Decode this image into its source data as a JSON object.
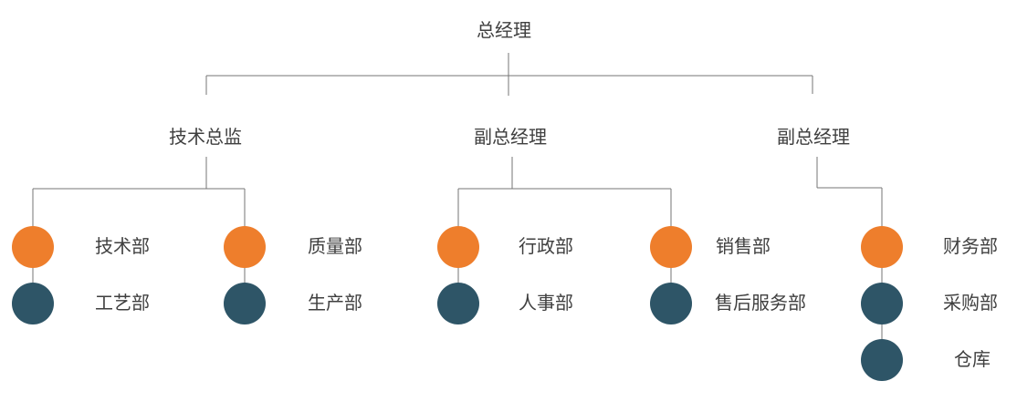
{
  "org": {
    "root": {
      "label": "总经理"
    },
    "branches": [
      {
        "label": "技术总监"
      },
      {
        "label": "副总经理"
      },
      {
        "label": "副总经理"
      }
    ],
    "columns": [
      {
        "branch": 0,
        "items": [
          {
            "label": "技术部",
            "color_key": "orange"
          },
          {
            "label": "工艺部",
            "color_key": "teal"
          }
        ]
      },
      {
        "branch": 0,
        "items": [
          {
            "label": "质量部",
            "color_key": "orange"
          },
          {
            "label": "生产部",
            "color_key": "teal"
          }
        ]
      },
      {
        "branch": 1,
        "items": [
          {
            "label": "行政部",
            "color_key": "orange"
          },
          {
            "label": "人事部",
            "color_key": "teal"
          }
        ]
      },
      {
        "branch": 1,
        "items": [
          {
            "label": "销售部",
            "color_key": "orange"
          },
          {
            "label": "售后服务部",
            "color_key": "teal"
          }
        ]
      },
      {
        "branch": 2,
        "items": [
          {
            "label": "财务部",
            "color_key": "orange"
          },
          {
            "label": "采购部",
            "color_key": "teal"
          },
          {
            "label": "仓库",
            "color_key": "teal"
          }
        ]
      }
    ]
  },
  "colors": {
    "orange": "#EE7E2C",
    "teal": "#2E5567",
    "line": "#757575",
    "text": "#3F3F3F",
    "background": "#FFFFFF"
  }
}
